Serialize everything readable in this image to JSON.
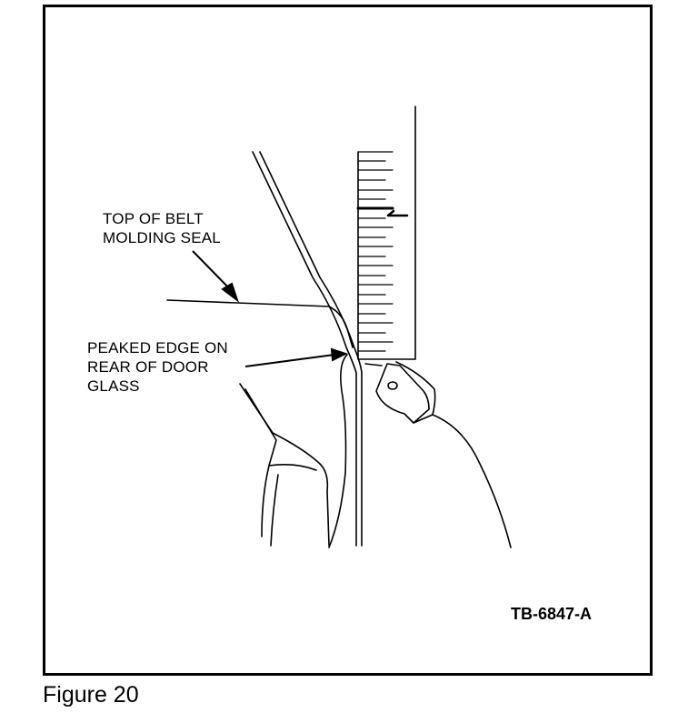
{
  "callouts": {
    "belt_molding": "TOP OF BELT\nMOLDING SEAL",
    "peaked_edge": "PEAKED EDGE ON\nREAR OF DOOR\nGLASS"
  },
  "reference_code": "TB-6847-A",
  "caption": "Figure 20"
}
